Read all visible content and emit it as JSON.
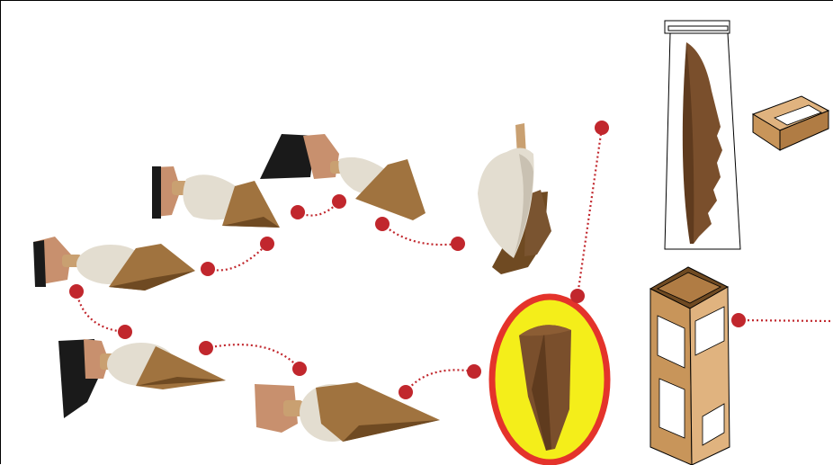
{
  "figure": {
    "palette": {
      "paper": "#a0733f",
      "paper_dark": "#6f4a22",
      "clay": "#e3ddd0",
      "clay_shadow": "#c9c1b2",
      "skin": "#c8906e",
      "sleeve": "#1a1a1a",
      "handle": "#c9a071",
      "dot": "#c1272d",
      "highlight_fill": "#f4ee1a",
      "highlight_ring": "#e4332b",
      "cone": "#7a4f2c",
      "box_side": "#c8955a",
      "box_light": "#e0b37f",
      "window": "#ffffff"
    },
    "objects": [
      "wrapping-step-1-photo",
      "wrapping-step-2-photo",
      "wrapping-step-3-photo",
      "wrapping-step-4-photo",
      "wrapping-step-5-photo",
      "standing-mold-photo",
      "highlighted-paper-cone",
      "tall-cone-in-frame",
      "small-tray-box",
      "tall-display-box"
    ]
  }
}
